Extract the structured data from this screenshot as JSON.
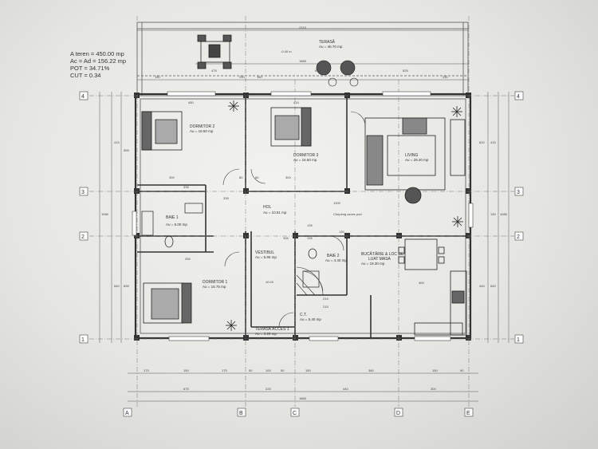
{
  "stats": {
    "teren": "A teren = 450.00 mp",
    "ac": "Ac = Ad = 156.22 mp",
    "pot": "POT = 34.71%",
    "cut": "CUT = 0.34"
  },
  "rooms": {
    "terasa": {
      "name": "TERASĂ",
      "area": "Au = 46.70 mp"
    },
    "dormitor2": {
      "name": "DORMITOR 2",
      "area": "Au = 19.50 mp"
    },
    "dormitor3": {
      "name": "DORMITOR 3",
      "area": "Au = 16.60 mp"
    },
    "living": {
      "name": "LIVING",
      "area": "Au = 29.20 mp"
    },
    "baie1": {
      "name": "BAIE 1",
      "area": "Au = 6.00 mp"
    },
    "hol": {
      "name": "HOL",
      "area": "Au = 10.81 mp"
    },
    "vestibul": {
      "name": "VESTIBUL",
      "area": "Au = 5.95 mp"
    },
    "baie2": {
      "name": "BAIE 2",
      "area": "Au = 4.40 mp"
    },
    "bucatarie_line1": "BUCĂTĂRIE & LOC DE",
    "bucatarie_line2": "LUAT MASA",
    "bucatarie_area": "Au = 19.30 mp",
    "dormitor1": {
      "name": "DORMITOR 1",
      "area": "Au = 15.75 mp"
    },
    "ct": {
      "name": "C.T.",
      "area": "Au = 5.40 mp"
    },
    "terasa_acces_line1": "TERASĂ ACCES 1",
    "terasa_acces_area": "Au = 3.20 mp"
  },
  "levels": {
    "terasa": "-0.40 m",
    "vestibul": "±0.00"
  },
  "notes": {
    "acces_pod": "Chepeng acces pod"
  },
  "grid": {
    "rows": [
      "4",
      "3",
      "2",
      "1"
    ],
    "cols": [
      "A",
      "B",
      "C",
      "D",
      "E"
    ]
  },
  "dims_top": [
    "2315",
    "1865",
    "475",
    "290",
    "160",
    "150",
    "640",
    "525",
    "230"
  ],
  "dims_bottom_row1": [
    "175",
    "150",
    "175",
    "50",
    "100",
    "50",
    "150",
    "380",
    "150",
    "90"
  ],
  "dims_bottom_row2": [
    "675",
    "225",
    "440",
    "300"
  ],
  "dims_bottom_total": "1865",
  "dims_left": [
    "415",
    "555",
    "1080",
    "640",
    "835"
  ],
  "dims_right": [
    "620",
    "415",
    "1085",
    "130",
    "640",
    "445"
  ],
  "dims_inner": [
    "450",
    "415",
    "300",
    "335",
    "80",
    "80",
    "300",
    "1300",
    "335",
    "335",
    "135",
    "135",
    "130",
    "335",
    "400",
    "215",
    "215"
  ]
}
